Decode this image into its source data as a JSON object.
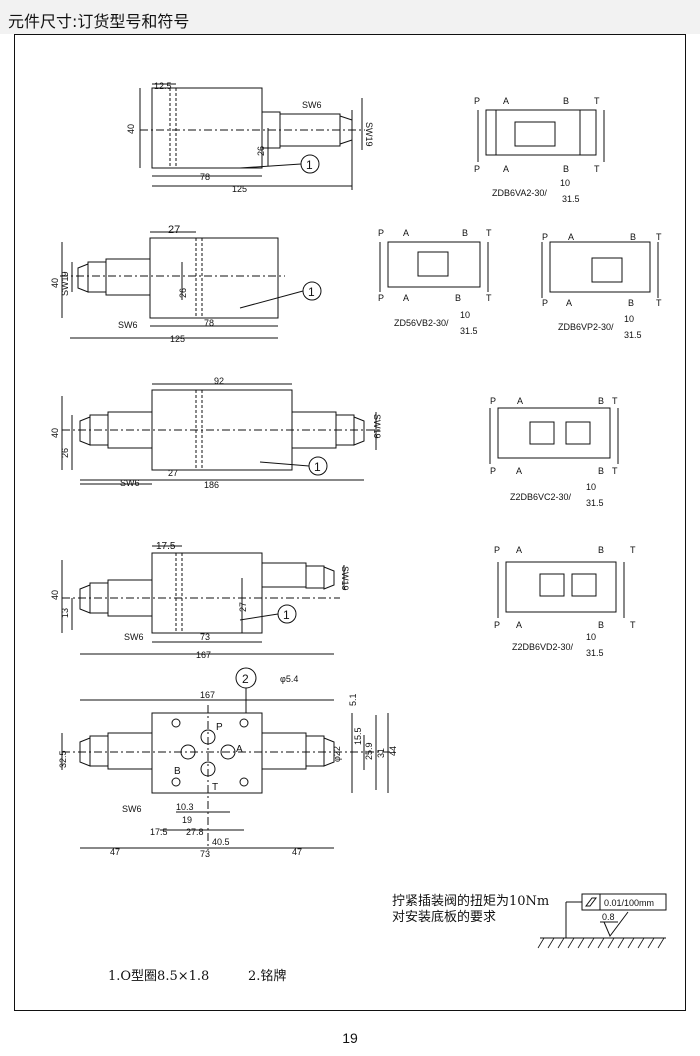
{
  "header": {
    "title": "元件尺寸:订货型号和符号"
  },
  "views": [
    {
      "dims": [
        "12.5",
        "40",
        "26",
        "78",
        "125",
        "SW6",
        "SW19"
      ],
      "callout": "1"
    },
    {
      "dims": [
        "27",
        "40",
        "SW19",
        "26",
        "78",
        "125",
        "SW6"
      ],
      "callout": "1"
    },
    {
      "dims": [
        "92",
        "40",
        "26",
        "27",
        "186",
        "SW6",
        "SW19"
      ],
      "callout": "1"
    },
    {
      "dims": [
        "17.5",
        "40",
        "13",
        "27",
        "73",
        "167",
        "SW6",
        "SW19"
      ],
      "callout": "1"
    },
    {
      "dims": [
        "167",
        "φ5.4",
        "5.1",
        "32.5",
        "φ22",
        "15.5",
        "25.9",
        "31",
        "44",
        "SW6",
        "10.3",
        "19",
        "17.5",
        "27.8",
        "40.5",
        "47",
        "73",
        "47"
      ],
      "ports": [
        "P",
        "A",
        "B",
        "T"
      ],
      "callout": "2"
    }
  ],
  "symbols": [
    {
      "model": "ZDB6VA2-30/",
      "fraction_top": "10",
      "fraction_bottom": "31.5",
      "ports_top": [
        "P",
        "A",
        "B",
        "T"
      ],
      "ports_bottom": [
        "P",
        "A",
        "B",
        "T"
      ]
    },
    {
      "model": "ZD56VB2-30/",
      "fraction_top": "10",
      "fraction_bottom": "31.5",
      "ports_top": [
        "P",
        "A",
        "B",
        "T"
      ],
      "ports_bottom": [
        "P",
        "A",
        "B",
        "T"
      ]
    },
    {
      "model": "ZDB6VP2-30/",
      "fraction_top": "10",
      "fraction_bottom": "31.5",
      "ports_top": [
        "P",
        "A",
        "B",
        "T"
      ],
      "ports_bottom": [
        "P",
        "A",
        "B",
        "T"
      ]
    },
    {
      "model": "Z2DB6VC2-30/",
      "fraction_top": "10",
      "fraction_bottom": "31.5",
      "ports_top": [
        "P",
        "A",
        "B",
        "T"
      ],
      "ports_bottom": [
        "P",
        "A",
        "B",
        "T"
      ]
    },
    {
      "model": "Z2DB6VD2-30/",
      "fraction_top": "10",
      "fraction_bottom": "31.5",
      "ports_top": [
        "P",
        "A",
        "B",
        "T"
      ],
      "ports_bottom": [
        "P",
        "A",
        "B",
        "T"
      ]
    }
  ],
  "notes": {
    "torque_line1": "拧紧插装阀的扭矩为10Nm",
    "torque_line2": "对安装底板的要求",
    "flatness": "0.01/100mm",
    "roughness": "0.8",
    "legend_1": "1.O型圈8.5×1.8",
    "legend_2": "2.铭牌"
  },
  "page_number": "19"
}
